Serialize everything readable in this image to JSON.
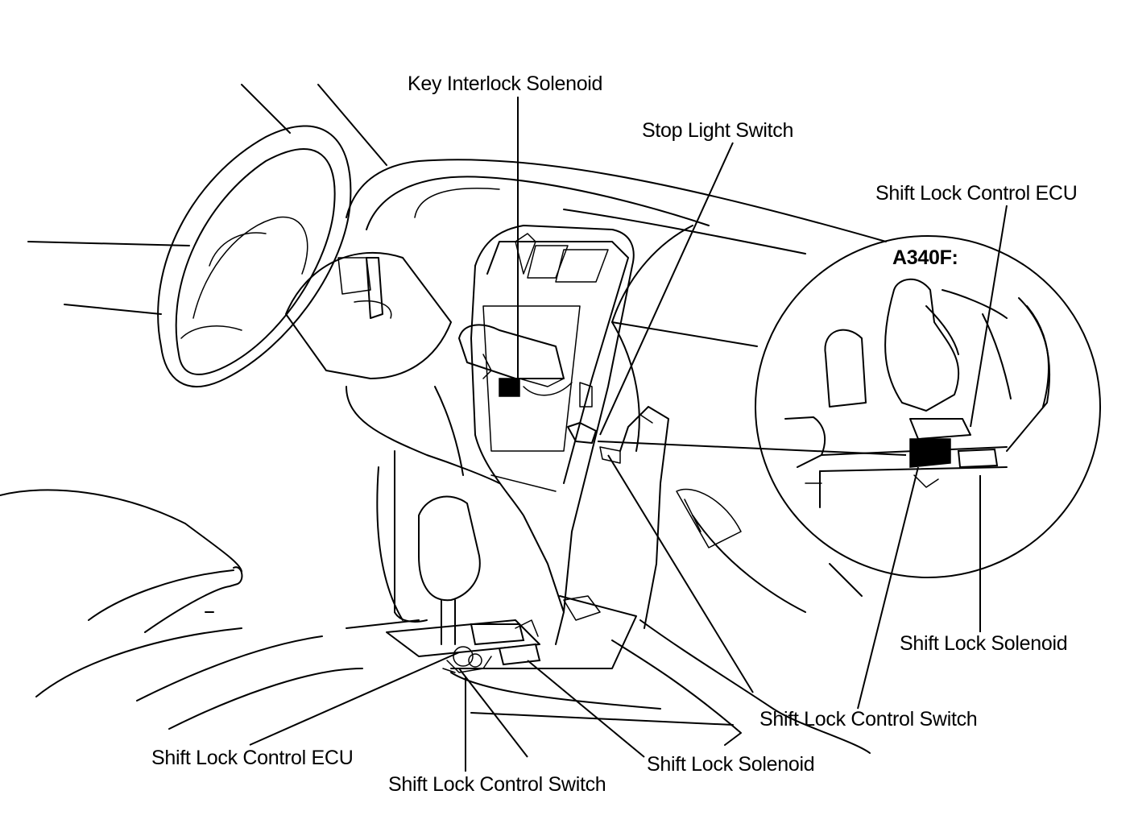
{
  "labels": {
    "key_interlock_solenoid": "Key Interlock Solenoid",
    "stop_light_switch": "Stop Light Switch",
    "inset_shift_lock_control_ecu": "Shift Lock Control ECU",
    "inset_title": "A340F:",
    "inset_shift_lock_solenoid": "Shift Lock Solenoid",
    "inset_shift_lock_control_switch": "Shift Lock Control Switch",
    "shift_lock_control_ecu": "Shift Lock Control ECU",
    "shift_lock_control_switch": "Shift Lock Control Switch",
    "shift_lock_solenoid": "Shift Lock Solenoid"
  }
}
